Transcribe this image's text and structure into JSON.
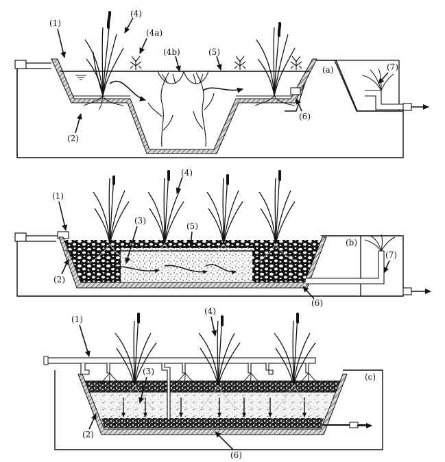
{
  "panels": {
    "a": {
      "tag": "(a)",
      "labels": {
        "inlet": "(1)",
        "liner": "(2)",
        "emergent": "(4)",
        "floating": "(4a)",
        "submerged": "(4b)",
        "water_surface": "(5)",
        "outlet_pipe": "(6)",
        "level_control": "(7)"
      }
    },
    "b": {
      "tag": "(b)",
      "labels": {
        "inlet": "(1)",
        "liner": "(2)",
        "media": "(3)",
        "emergent": "(4)",
        "water_level": "(5)",
        "outlet_pipe": "(6)",
        "level_control": "(7)"
      }
    },
    "c": {
      "tag": "(c)",
      "labels": {
        "inlet": "(1)",
        "liner": "(2)",
        "media": "(3)",
        "emergent": "(4)",
        "drain": "(6)"
      }
    }
  },
  "colors": {
    "ink": "#111111",
    "liner": "#8c8c8c",
    "water": "#ffffff"
  }
}
